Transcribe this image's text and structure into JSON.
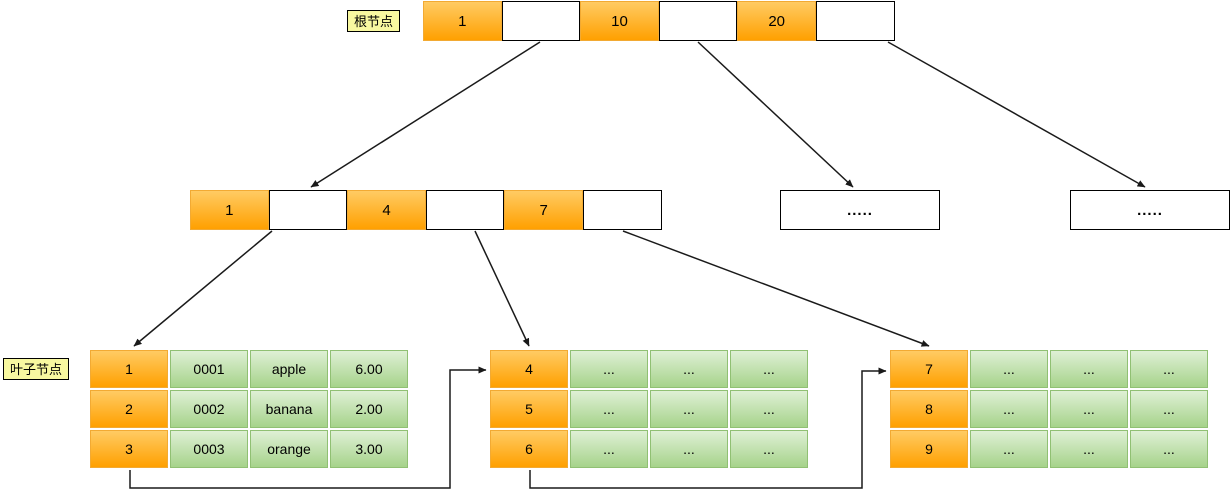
{
  "labels": {
    "root": "根节点",
    "leaf": "叶子节点"
  },
  "root_node": {
    "keys": [
      "1",
      "10",
      "20"
    ]
  },
  "internal_node": {
    "keys": [
      "1",
      "4",
      "7"
    ]
  },
  "collapsed_nodes": [
    {
      "text": "....."
    },
    {
      "text": "....."
    }
  ],
  "leaf_tables": [
    {
      "rows": [
        [
          "1",
          "0001",
          "apple",
          "6.00"
        ],
        [
          "2",
          "0002",
          "banana",
          "2.00"
        ],
        [
          "3",
          "0003",
          "orange",
          "3.00"
        ]
      ]
    },
    {
      "rows": [
        [
          "4",
          "...",
          "...",
          "..."
        ],
        [
          "5",
          "...",
          "...",
          "..."
        ],
        [
          "6",
          "...",
          "...",
          "..."
        ]
      ]
    },
    {
      "rows": [
        [
          "7",
          "...",
          "...",
          "..."
        ],
        [
          "8",
          "...",
          "...",
          "..."
        ],
        [
          "9",
          "...",
          "...",
          "..."
        ]
      ]
    }
  ],
  "colors": {
    "key_orange_top": "#ffcb63",
    "key_orange_bottom": "#ffa000",
    "record_green_top": "#dff0d5",
    "record_green_bottom": "#a6d38b",
    "label_yellow": "#f8f8a0",
    "connector": "#1a1a1a"
  }
}
